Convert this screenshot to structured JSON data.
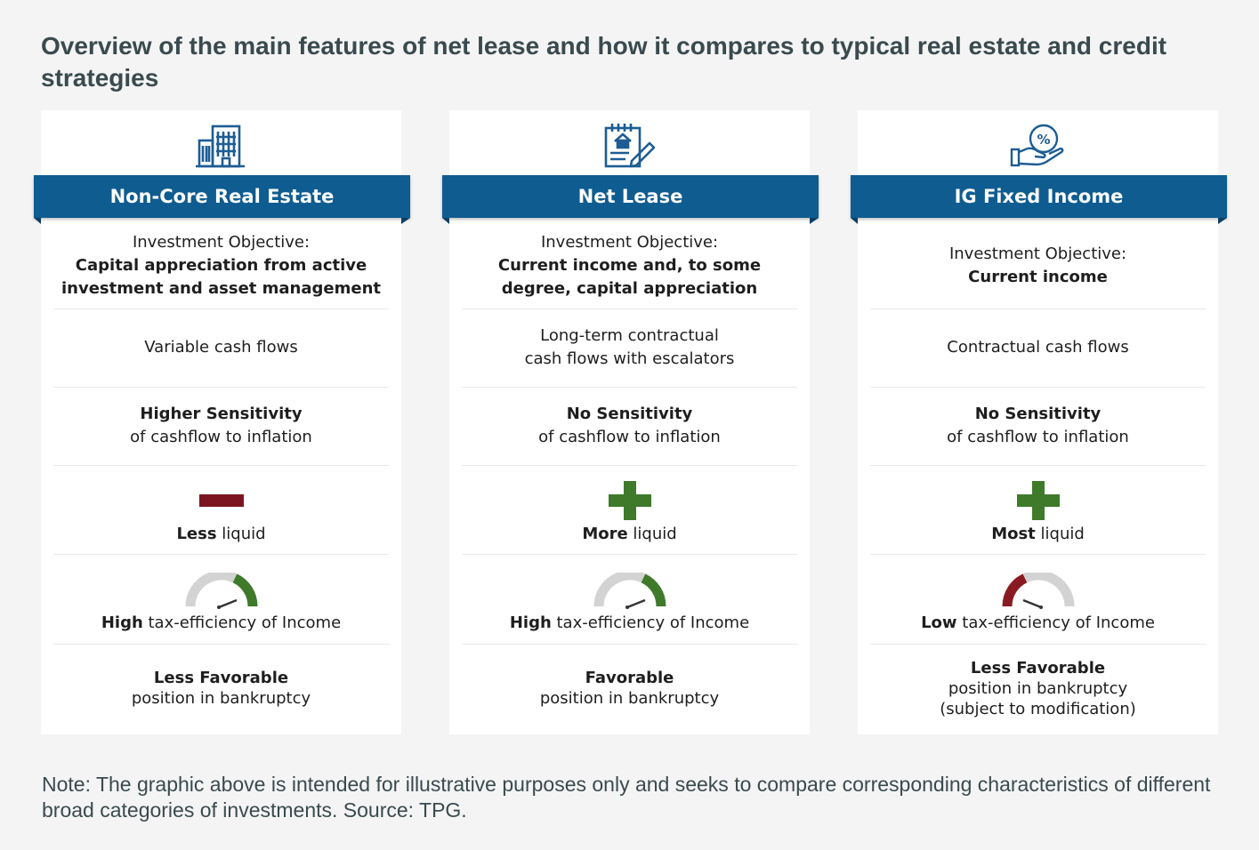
{
  "title": "Overview of the main features of net lease and how it compares to typical real estate and credit strategies",
  "columns": [
    {
      "header": "Non-Core Real Estate",
      "icon": "office-building-icon",
      "objective_label": "Investment Objective:",
      "objective_line1": "Capital appreciation from active",
      "objective_line2": "investment and asset management",
      "cashflow_line1": "Variable cash flows",
      "cashflow_line2": "",
      "sensitivity_bold": "Higher Sensitivity",
      "sensitivity_rest": "of cashflow to inflation",
      "liquidity_bold": "Less",
      "liquidity_rest": "liquid",
      "liquidity_symbol": "minus-icon",
      "tax_bold": "High",
      "tax_rest": "tax-efficiency of Income",
      "tax_gauge_level": "high",
      "bankruptcy_bold": "Less Favorable",
      "bankruptcy_line2": "position in bankruptcy",
      "bankruptcy_line3": ""
    },
    {
      "header": "Net Lease",
      "icon": "lease-document-icon",
      "objective_label": "Investment Objective:",
      "objective_line1": "Current income and, to some",
      "objective_line2": "degree, capital appreciation",
      "cashflow_line1": "Long-term contractual",
      "cashflow_line2": "cash flows with escalators",
      "sensitivity_bold": "No Sensitivity",
      "sensitivity_rest": "of cashflow to inflation",
      "liquidity_bold": "More",
      "liquidity_rest": "liquid",
      "liquidity_symbol": "plus-icon",
      "tax_bold": "High",
      "tax_rest": "tax-efficiency of Income",
      "tax_gauge_level": "high",
      "bankruptcy_bold": "Favorable",
      "bankruptcy_line2": "position in bankruptcy",
      "bankruptcy_line3": ""
    },
    {
      "header": "IG Fixed Income",
      "icon": "hand-percent-icon",
      "objective_label": "Investment Objective:",
      "objective_line1": "Current income",
      "objective_line2": "",
      "cashflow_line1": "Contractual cash flows",
      "cashflow_line2": "",
      "sensitivity_bold": "No Sensitivity",
      "sensitivity_rest": "of cashflow to inflation",
      "liquidity_bold": "Most",
      "liquidity_rest": "liquid",
      "liquidity_symbol": "plus-icon",
      "tax_bold": "Low",
      "tax_rest": "tax-efficiency of Income",
      "tax_gauge_level": "low",
      "bankruptcy_bold": "Less Favorable",
      "bankruptcy_line2": "position in bankruptcy",
      "bankruptcy_line3": "(subject to modification)"
    }
  ],
  "colors": {
    "header_blue": "#0f5c91",
    "icon_blue": "#1d5d93",
    "minus_red": "#7d1520",
    "plus_green": "#3e7a2a",
    "gauge_grey": "#d3d3d3",
    "gauge_green": "#3e7a2a",
    "gauge_red": "#8a1a22"
  },
  "note": "Note: The graphic above is intended for illustrative purposes only and seeks to compare corresponding characteristics of different broad categories of investments. Source: TPG."
}
